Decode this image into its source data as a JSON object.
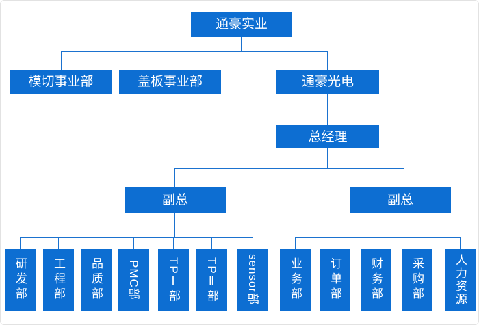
{
  "colors": {
    "box": "#0d6ed2",
    "line": "#1b72cf",
    "text": "#ffffff",
    "page_border": "#e2e2e2"
  },
  "nodes": {
    "root": "通豪实业",
    "division1": "模切事业部",
    "division2": "盖板事业部",
    "division3": "通豪光电",
    "gm": "总经理",
    "vp1": "副总",
    "vp2": "副总",
    "vp1_depts": [
      "研发部",
      "工程部",
      "品质部",
      "PMC部",
      "TPⅠ部",
      "TPⅡ部",
      "sensor部"
    ],
    "vp2_depts": [
      "业务部",
      "订单部",
      "财务部",
      "采购部",
      "人力资源"
    ]
  }
}
